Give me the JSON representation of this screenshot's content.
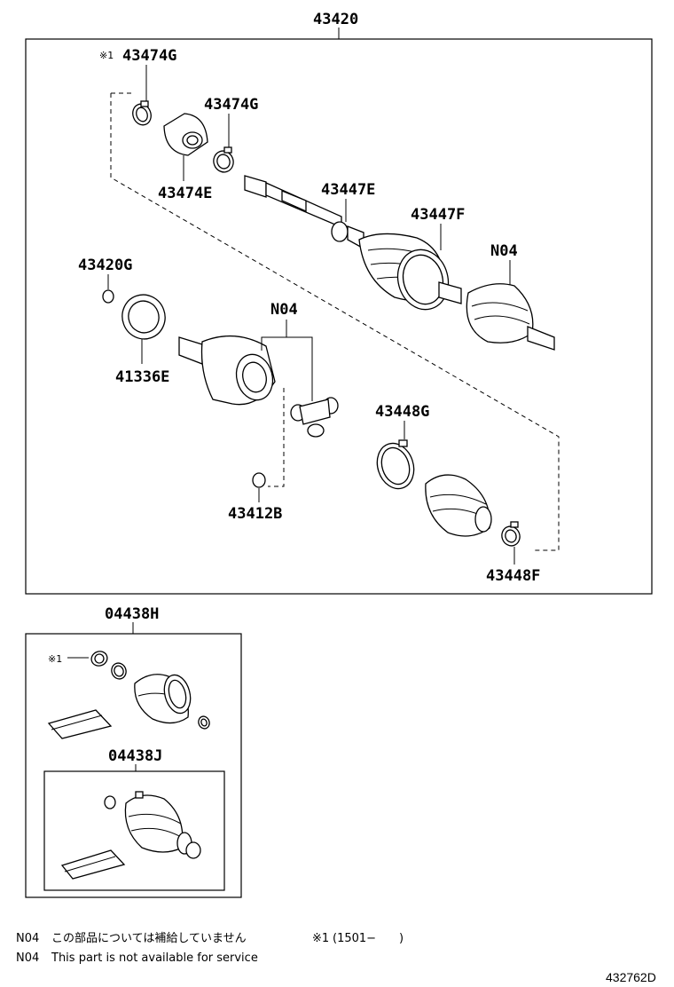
{
  "assembly": {
    "number": "43420",
    "parts": {
      "clamp_top_mark": "※1",
      "clamp_top": "43474G",
      "clamp_small": "43474G",
      "damper": "43474E",
      "shaft_clamp": "43447E",
      "boot_clamp": "43447F",
      "outer_boot": "N04",
      "snap_ring": "43420G",
      "dust_seal": "41336E",
      "tripod": "N04",
      "ring_small": "43412B",
      "inner_boot_clamp": "43448G",
      "inner_boot_clamp_small": "43448F"
    }
  },
  "kit_h": {
    "number": "04438H",
    "mark": "※1"
  },
  "kit_j": {
    "number": "04438J"
  },
  "footnotes": {
    "line1_code": "N04",
    "line1_text": "この部品については補給していません",
    "line1_mark": "※1",
    "line1_range": "(1501−　　)",
    "line2_code": "N04",
    "line2_text": "This part is not available for service"
  },
  "diagram_code": "432762D"
}
